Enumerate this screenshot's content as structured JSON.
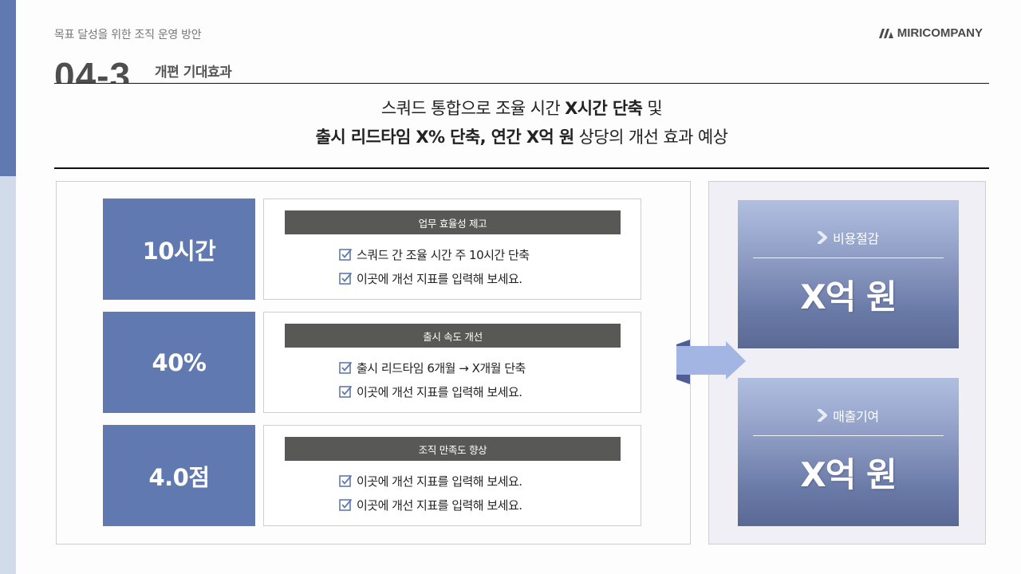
{
  "header": {
    "breadcrumb": "목표 달성을 위한 조직 운영 방안",
    "logo_text": "MIRICOMPANY",
    "section_number": "04-3",
    "section_title": "개편 기대효과"
  },
  "headline": {
    "line1_prefix": "스쿼드 통합으로 조율 시간 ",
    "line1_bold": "X시간 단축",
    "line1_suffix": " 및",
    "line2_bold": "출시 리드타임 X% 단축, 연간 X억 원",
    "line2_suffix": " 상당의 개선 효과 예상"
  },
  "metrics": [
    {
      "value": "10시간",
      "heading": "업무 효율성 제고",
      "items": [
        "스쿼드 간 조율 시간 주 10시간 단축",
        "이곳에 개선 지표를 입력해 보세요."
      ]
    },
    {
      "value": "40%",
      "heading": "출시 속도 개선",
      "items": [
        "출시 리드타임 6개월 → X개월 단축",
        "이곳에 개선 지표를 입력해 보세요."
      ]
    },
    {
      "value": "4.0점",
      "heading": "조직 만족도 향상",
      "items": [
        "이곳에 개선 지표를 입력해 보세요.",
        "이곳에 개선 지표를 입력해 보세요."
      ]
    }
  ],
  "results": [
    {
      "label": "비용절감",
      "value": "X억 원"
    },
    {
      "label": "매출기여",
      "value": "X억 원"
    }
  ],
  "icons": {
    "check": "checkbox-checked-icon",
    "chevron": "chevron-right-icon",
    "arrow": "arrow-right-icon"
  },
  "colors": {
    "accent": "#6079b0",
    "side_strip": "#d1dbe9",
    "detail_header": "#585957",
    "right_panel_bg": "#efeff5",
    "arrow": "#a2b5e3"
  }
}
